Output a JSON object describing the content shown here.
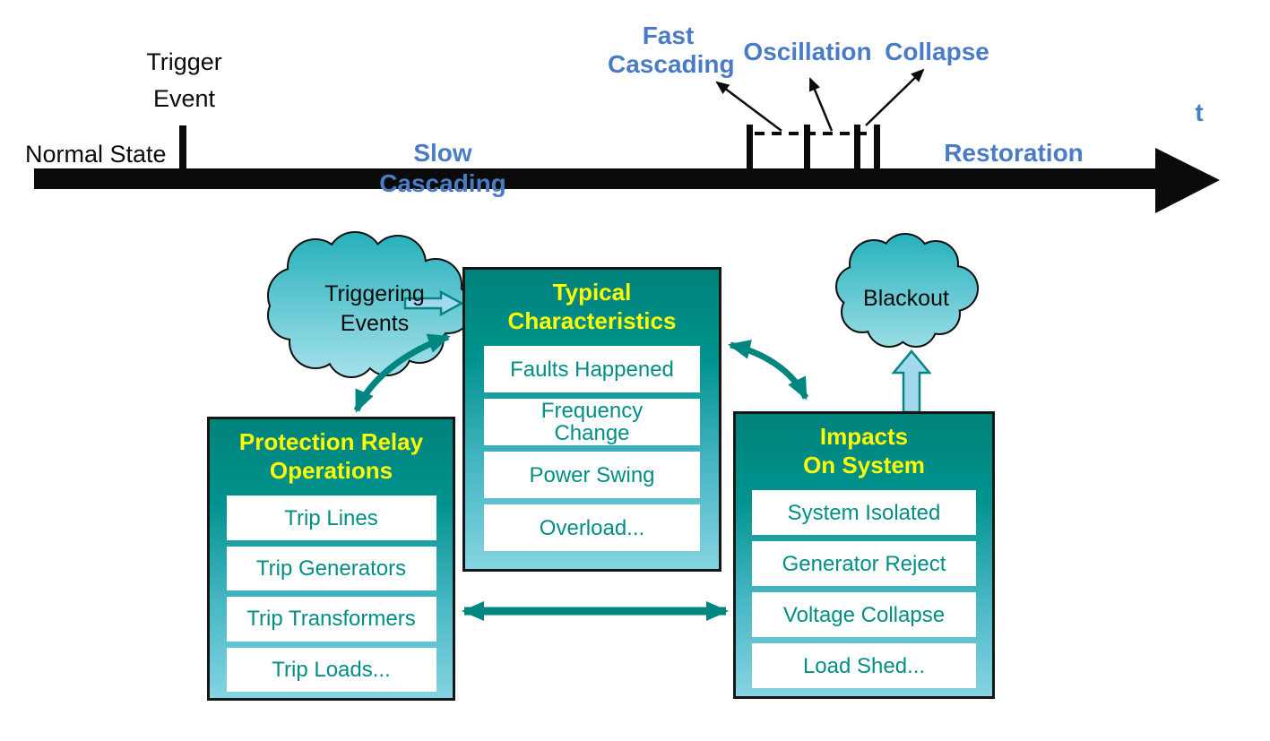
{
  "colors": {
    "label_blue": "#4a7cc6",
    "ink_black": "#0b0b0b",
    "panel_border": "#161616",
    "panel_top_teal": "#00827b",
    "panel_bottom_cyan": "#85d4e2",
    "cloud_top_teal": "#27b1bb",
    "cloud_bottom_cyan": "#a5e1ea",
    "title_yellow": "#ffff00",
    "item_teal_text": "#008e85",
    "arrow_teal": "#008680",
    "block_arrow_fill": "#a2d9f0",
    "white": "#ffffff"
  },
  "timeline": {
    "normal_state": "Normal State",
    "trigger_event": "Trigger\nEvent",
    "slow_cascading": "Slow  Cascading",
    "fast_cascading": "Fast\nCascading",
    "oscillation": "Oscillation",
    "collapse": "Collapse",
    "restoration": "Restoration",
    "axis_symbol": "t"
  },
  "flow": {
    "triggering_cloud": "Triggering\nEvents",
    "blackout_cloud": "Blackout",
    "characteristics": {
      "title": "Typical\nCharacteristics",
      "items": [
        "Faults Happened",
        "Frequency\nChange",
        "Power Swing",
        "Overload..."
      ]
    },
    "protection": {
      "title": "Protection Relay\nOperations",
      "items": [
        "Trip Lines",
        "Trip Generators",
        "Trip Transformers",
        "Trip Loads..."
      ]
    },
    "impacts": {
      "title": "Impacts\nOn System",
      "items": [
        "System Isolated",
        "Generator Reject",
        "Voltage Collapse",
        "Load Shed..."
      ]
    }
  }
}
